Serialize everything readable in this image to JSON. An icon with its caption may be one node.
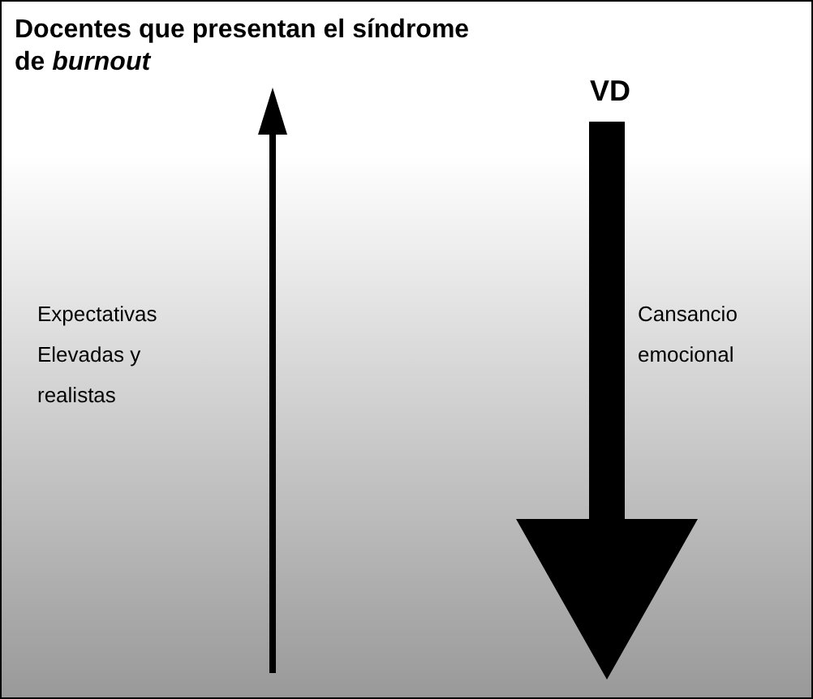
{
  "diagram": {
    "title": "Docentes que presentan el síndrome de *burnout*",
    "labels": [
      "VD",
      "Expectativas Elevadas y realistas",
      "Cansancio emocional"
    ]
  }
}
